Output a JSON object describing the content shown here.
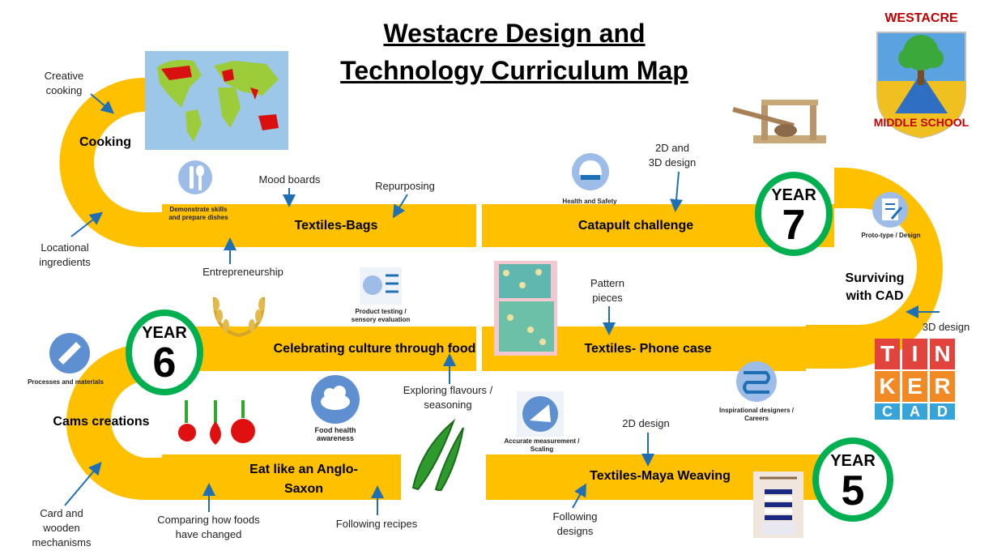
{
  "title": {
    "line1": "Westacre Design and",
    "line2": "Technology Curriculum Map"
  },
  "school_logo": {
    "top_text": "WESTACRE",
    "bottom_text": "MIDDLE SCHOOL"
  },
  "years": [
    {
      "label": "YEAR",
      "number": "7"
    },
    {
      "label": "YEAR",
      "number": "6"
    },
    {
      "label": "YEAR",
      "number": "5"
    }
  ],
  "projects": {
    "textiles_bags": "Textiles-Bags",
    "catapult": "Catapult challenge",
    "celebrating_culture": "Celebrating culture through food",
    "phone_case": "Textiles- Phone case",
    "anglo_saxon": "Eat like an Anglo-Saxon",
    "maya_weaving": "Textiles-Maya Weaving",
    "cooking": "Cooking",
    "surviving_cad": "Surviving with CAD",
    "cams": "Cams creations"
  },
  "notes": {
    "creative_cooking": "Creative cooking",
    "mood_boards": "Mood boards",
    "repurposing": "Repurposing",
    "design_2d_3d": "2D and 3D design",
    "locational": "Locational ingredients",
    "entrepreneurship": "Entrepreneurship",
    "pattern_pieces": "Pattern pieces",
    "design_3d": "3D design",
    "exploring_flavours": "Exploring flavours / seasoning",
    "design_2d": "2D design",
    "card_wooden": "Card and wooden mechanisms",
    "comparing_foods": "Comparing how foods have changed",
    "following_recipes": "Following recipes",
    "following_designs": "Following designs"
  },
  "icons": {
    "demonstrate_skills": "Demonstrate skills and prepare dishes",
    "health_safety": "Health and Safety",
    "prototype": "Proto-type / Design",
    "product_testing": "Product testing / sensory evaluation",
    "processes": "Processes and materials",
    "food_health": "Food health awareness",
    "accurate": "Accurate measurement / Scaling",
    "inspirational": "Inspirational designers / Careers"
  },
  "tinkercad": {
    "row1": [
      "T",
      "I",
      "N"
    ],
    "row2": [
      "K",
      "E",
      "R"
    ],
    "row3": [
      "C",
      "A",
      "D"
    ]
  },
  "colors": {
    "track": "#FFC000",
    "ring": "#00B050",
    "arrow": "#1F6FB5"
  }
}
